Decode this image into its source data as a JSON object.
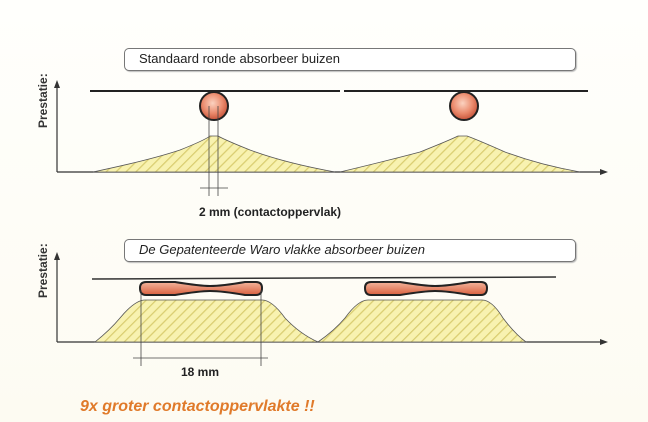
{
  "top_section": {
    "title": "Standaard ronde absorbeer buizen",
    "y_label": "Prestatie:",
    "dimension_label": "2 mm (contactoppervlak)"
  },
  "bottom_section": {
    "title": "De Gepatenteerde Waro vlakke absorbeer buizen",
    "y_label": "Prestatie:",
    "dimension_label": "18 mm"
  },
  "footer_text": "9x groter contactoppervlakte !!",
  "colors": {
    "accent_orange": "#e07a2a",
    "tube_fill": "#e8866a",
    "curve_fill": "#f7f0a8",
    "hatch": "#d8cc6a"
  }
}
